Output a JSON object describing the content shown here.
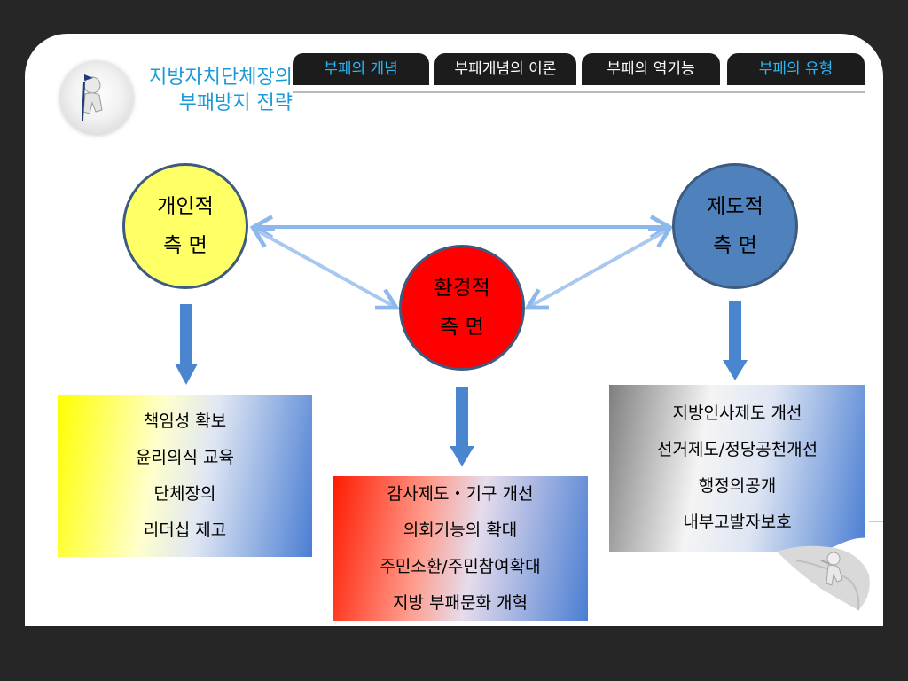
{
  "header": {
    "title_line1": "지방자치단체장의",
    "title_line2": "부패방지 전략"
  },
  "tabs": [
    {
      "label": "부패의 개념"
    },
    {
      "label": "부패개념의 이론"
    },
    {
      "label": "부패의 역기능"
    },
    {
      "label": "부패의 유형"
    }
  ],
  "diagram": {
    "individual": {
      "line1": "개인적",
      "line2": "측 면",
      "color": "#ffff66",
      "items": [
        "책임성 확보",
        "윤리의식 교육",
        "단체장의",
        "리더십 제고"
      ]
    },
    "environmental": {
      "line1": "환경적",
      "line2": "측 면",
      "color": "#ff0000",
      "items": [
        "감사제도・기구 개선",
        "의회기능의 확대",
        "주민소환/주민참여확대",
        "지방 부패문화 개혁"
      ]
    },
    "institutional": {
      "line1": "제도적",
      "line2": "측 면",
      "color": "#4f81bd",
      "items": [
        "지방인사제도 개선",
        "선거제도/정당공천개선",
        "행정의공개",
        "내부고발자보호"
      ]
    }
  },
  "colors": {
    "background": "#262626",
    "tab_bg": "#1c1c1c",
    "tab_accent_text": "#29b6f6",
    "title_text": "#1a9ad6",
    "arrow_blue": "#4a86d0",
    "connector_light_blue": "#8db8ee"
  }
}
